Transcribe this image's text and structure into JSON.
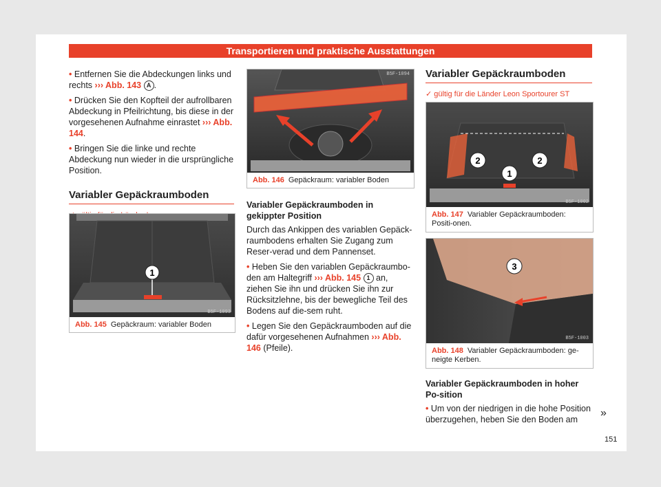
{
  "header": {
    "title": "Transportieren und praktische Ausstattungen"
  },
  "left": {
    "b1_text": "Entfernen Sie die Abdeckungen links und rechts",
    "b1_ref": "››› Abb. 143",
    "b1_marker": "A",
    "b2_text": "Drücken Sie den Kopfteil der aufrollbaren Abdeckung in Pfeilrichtung, bis diese in der vorgesehenen Aufnahme einrastet",
    "b2_ref": "››› Abb. 144",
    "b3_text": "Bringen Sie die linke und rechte Abdeckung nun wieder in die ursprüngliche Position.",
    "section_title": "Variabler Gepäckraumboden",
    "valid": "gültig für die Länder Leon",
    "fig145": {
      "num": "Abb. 145",
      "text": "Gepäckraum: variabler Boden",
      "code": "B5F-1093",
      "marker": "1"
    }
  },
  "middle": {
    "fig146": {
      "num": "Abb. 146",
      "text": "Gepäckraum: variabler Boden",
      "code": "B5F-1094"
    },
    "subtitle": "Variabler Gepäckraumboden in gekippter Position",
    "p1": "Durch das Ankippen des variablen Gepäck-raumbodens erhalten Sie Zugang zum Reser-verad und dem Pannenset.",
    "b1_a": "Heben Sie den variablen Gepäckraumbo-den am Haltegriff",
    "b1_ref": "››› Abb. 145",
    "b1_marker": "1",
    "b1_b": "an, ziehen Sie ihn und drücken Sie ihn zur Rücksitzlehne, bis der bewegliche Teil des Bodens auf die-sem ruht.",
    "b2_a": "Legen Sie den Gepäckraumboden auf die dafür vorgesehenen Aufnahmen",
    "b2_ref": "››› Abb. 146",
    "b2_b": "(Pfeile)."
  },
  "right": {
    "section_title": "Variabler Gepäckraumboden",
    "valid": "gültig für die Länder Leon Sportourer ST",
    "fig147": {
      "num": "Abb. 147",
      "text": "Variabler Gepäckraumboden: Positi-onen.",
      "code": "B5F-1002",
      "m1": "1",
      "m2": "2"
    },
    "fig148": {
      "num": "Abb. 148",
      "text": "Variabler Gepäckraumboden: ge-neigte Kerben.",
      "code": "B5F-1003",
      "m3": "3"
    },
    "subtitle": "Variabler Gepäckraumboden in hoher Po-sition",
    "b1": "Um von der niedrigen in die hohe Position überzugehen, heben Sie den Boden am"
  },
  "footer": {
    "page_number": "151",
    "continue": "»"
  }
}
